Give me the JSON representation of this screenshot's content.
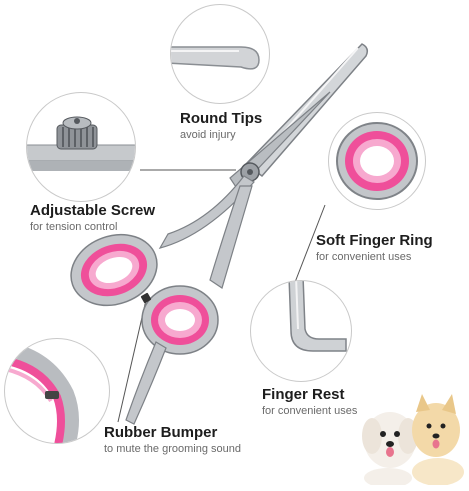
{
  "callouts": {
    "round_tips": {
      "title": "Round Tips",
      "subtitle": "avoid injury"
    },
    "adjustable_screw": {
      "title": "Adjustable Screw",
      "subtitle": "for tension control"
    },
    "soft_finger_ring": {
      "title": "Soft Finger Ring",
      "subtitle": "for convenient uses"
    },
    "finger_rest": {
      "title": "Finger Rest",
      "subtitle": "for convenient uses"
    },
    "rubber_bumper": {
      "title": "Rubber Bumper",
      "subtitle": "to mute the grooming sound"
    }
  },
  "colors": {
    "accent_pink": "#ef4f9a",
    "ring_pink_light": "#f7a9cf",
    "steel": "#b9bcc0",
    "steel_dark": "#6f7378",
    "line": "#555555",
    "title_text": "#1d1d1d",
    "subtitle_text": "#6a6a6a"
  },
  "icons": [
    "scissors-illustration",
    "zoom-round-tip",
    "zoom-screw",
    "zoom-finger-ring",
    "zoom-finger-rest",
    "zoom-rubber-bumper",
    "dogs-photo"
  ]
}
